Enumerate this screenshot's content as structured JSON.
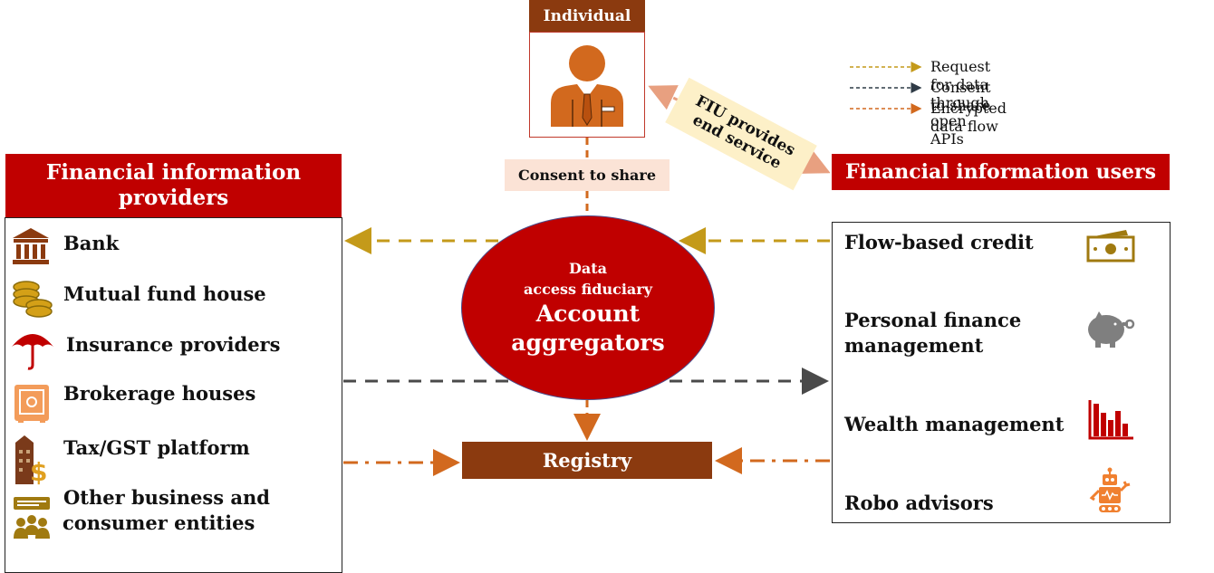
{
  "individual": {
    "title": "Individual"
  },
  "consent_label": "Consent to share",
  "fiu_banner": {
    "line1": "FIU provides",
    "line2": "end service"
  },
  "legend": {
    "items": [
      {
        "label": "Request for data through open APIs",
        "color": "#c49a1a"
      },
      {
        "label": "Consent to share",
        "color": "#2f3b46"
      },
      {
        "label": "Encrypted data flow",
        "color": "#d2691e"
      }
    ]
  },
  "providers": {
    "title_line1": "Financial information",
    "title_line2": "providers",
    "items": [
      {
        "label": "Bank",
        "icon": "bank-icon"
      },
      {
        "label": "Mutual fund house",
        "icon": "coins-icon"
      },
      {
        "label": "Insurance providers",
        "icon": "umbrella-icon"
      },
      {
        "label": "Brokerage houses",
        "icon": "safe-icon"
      },
      {
        "label": "Tax/GST platform",
        "icon": "building-dollar-icon"
      },
      {
        "label_line1": "Other business and",
        "label_line2": "consumer entities",
        "icon": "group-icon"
      }
    ]
  },
  "aggregator": {
    "sub_line1": "Data",
    "sub_line2": "access fiduciary",
    "main_line1": "Account",
    "main_line2": "aggregators"
  },
  "registry": "Registry",
  "users": {
    "title": "Financial information users",
    "items": [
      {
        "label": "Flow-based credit",
        "icon": "cash-icon"
      },
      {
        "label_line1": "Personal finance",
        "label_line2": "management",
        "icon": "piggy-bank-icon"
      },
      {
        "label": "Wealth management",
        "icon": "bar-chart-icon"
      },
      {
        "label": "Robo advisors",
        "icon": "robot-icon"
      }
    ]
  },
  "colors": {
    "dark_red": "#c00000",
    "brown": "#8b3a0f",
    "request_arrow": "#c49a1a",
    "consent_arrow": "#4a4a4a",
    "data_flow_arrow": "#d2691e",
    "peach": "#fbe3d6",
    "cream": "#fdf0c8"
  }
}
